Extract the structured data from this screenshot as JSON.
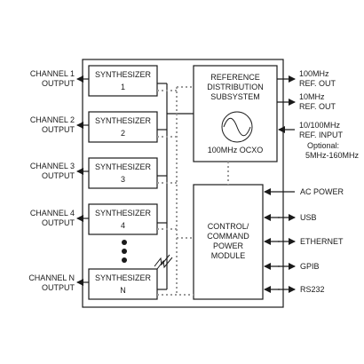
{
  "channels": [
    {
      "line1": "CHANNEL 1",
      "line2": "OUTPUT"
    },
    {
      "line1": "CHANNEL 2",
      "line2": "OUTPUT"
    },
    {
      "line1": "CHANNEL 3",
      "line2": "OUTPUT"
    },
    {
      "line1": "CHANNEL 4",
      "line2": "OUTPUT"
    },
    {
      "line1": "CHANNEL N",
      "line2": "OUTPUT"
    }
  ],
  "synthesizers": [
    {
      "title": "SYNTHESIZER",
      "num": "1"
    },
    {
      "title": "SYNTHESIZER",
      "num": "2"
    },
    {
      "title": "SYNTHESIZER",
      "num": "3"
    },
    {
      "title": "SYNTHESIZER",
      "num": "4"
    },
    {
      "title": "SYNTHESIZER",
      "num": "N"
    }
  ],
  "reference": {
    "line1": "REFERENCE",
    "line2": "DISTRIBUTION",
    "line3": "SUBSYSTEM",
    "ocxo": "100MHz OCXO"
  },
  "control": {
    "line1": "CONTROL/",
    "line2": "COMMAND",
    "line3": "POWER",
    "line4": "MODULE"
  },
  "right_labels": {
    "ref100_l1": "100MHz",
    "ref100_l2": "REF. OUT",
    "ref10_l1": "10MHz",
    "ref10_l2": "REF. OUT",
    "refin_l1": "10/100MHz",
    "refin_l2": "REF. INPUT",
    "refin_l3": "Optional:",
    "refin_l4": "5MHz-160MHz",
    "ac_power": "AC POWER",
    "usb": "USB",
    "ethernet": "ETHERNET",
    "gpib": "GPIB",
    "rs232": "RS232"
  }
}
